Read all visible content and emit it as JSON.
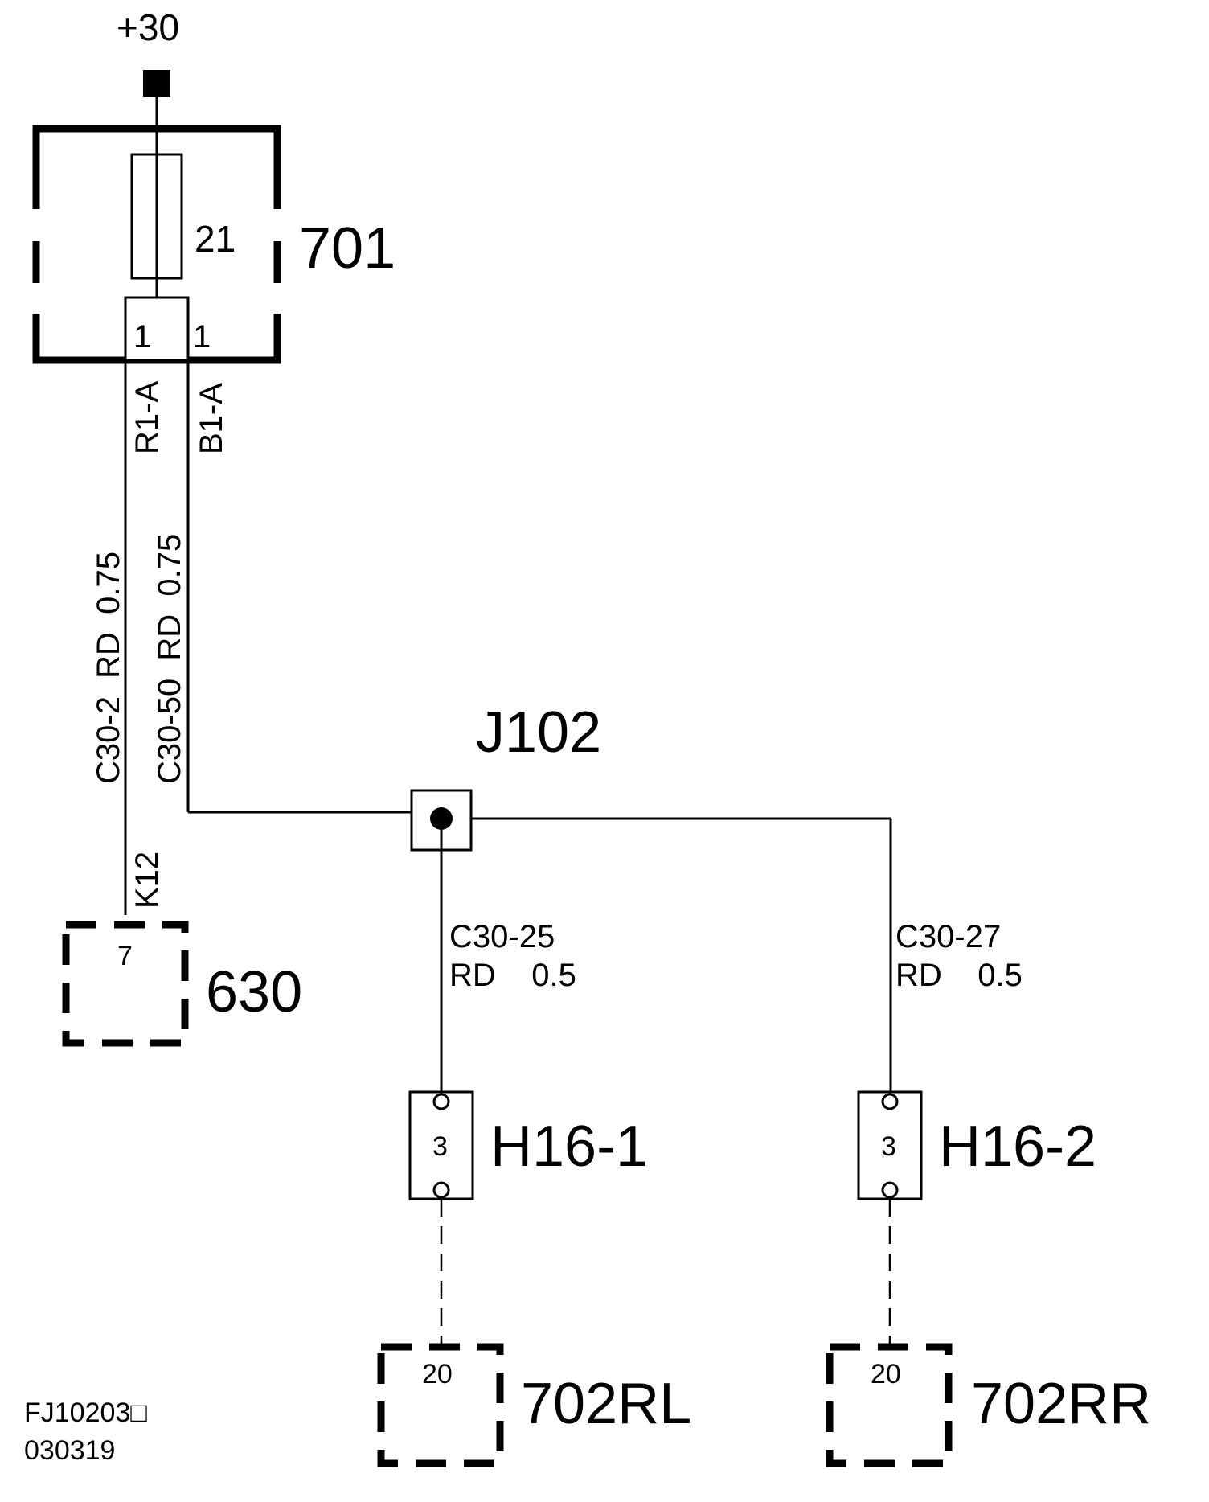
{
  "supply": {
    "label": "+30"
  },
  "fuse_box": {
    "id": "701",
    "fuse_number": "21",
    "pin_left": "1",
    "pin_right": "1"
  },
  "wires": {
    "left_code": "R1-A",
    "right_code": "B1-A",
    "left_desc": "C30-2  RD  0.75",
    "right_desc": "C30-50  RD  0.75",
    "left_end_code": "K12",
    "branch_left_id": "C30-25",
    "branch_left_spec": "RD    0.5",
    "branch_right_id": "C30-27",
    "branch_right_spec": "RD    0.5"
  },
  "splice": {
    "id": "J102"
  },
  "module_630": {
    "id": "630",
    "pin": "7"
  },
  "connector_h16_1": {
    "id": "H16-1",
    "pin": "3"
  },
  "connector_h16_2": {
    "id": "H16-2",
    "pin": "3"
  },
  "module_702rl": {
    "id": "702RL",
    "pin": "20"
  },
  "module_702rr": {
    "id": "702RR",
    "pin": "20"
  },
  "footer": {
    "drawing_ref": "FJ10203□",
    "date_code": "030319"
  }
}
